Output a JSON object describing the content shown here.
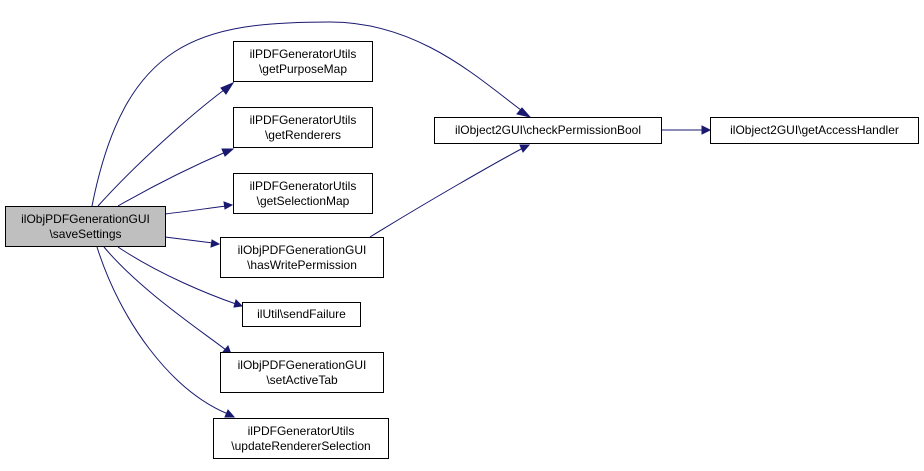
{
  "nodes": {
    "save_settings": {
      "line1": "ilObjPDFGenerationGUI",
      "line2": "\\saveSettings"
    },
    "get_purpose_map": {
      "line1": "ilPDFGeneratorUtils",
      "line2": "\\getPurposeMap"
    },
    "get_renderers": {
      "line1": "ilPDFGeneratorUtils",
      "line2": "\\getRenderers"
    },
    "get_selection_map": {
      "line1": "ilPDFGeneratorUtils",
      "line2": "\\getSelectionMap"
    },
    "has_write_permission": {
      "line1": "ilObjPDFGenerationGUI",
      "line2": "\\hasWritePermission"
    },
    "send_failure": {
      "line1": "ilUtil\\sendFailure"
    },
    "set_active_tab": {
      "line1": "ilObjPDFGenerationGUI",
      "line2": "\\setActiveTab"
    },
    "update_renderer_selection": {
      "line1": "ilPDFGeneratorUtils",
      "line2": "\\updateRendererSelection"
    },
    "check_permission_bool": {
      "line1": "ilObject2GUI\\checkPermissionBool"
    },
    "get_access_handler": {
      "line1": "ilObject2GUI\\getAccessHandler"
    }
  },
  "colors": {
    "edge": "#191970",
    "root_fill": "#bfbfbf",
    "node_fill": "#ffffff"
  }
}
